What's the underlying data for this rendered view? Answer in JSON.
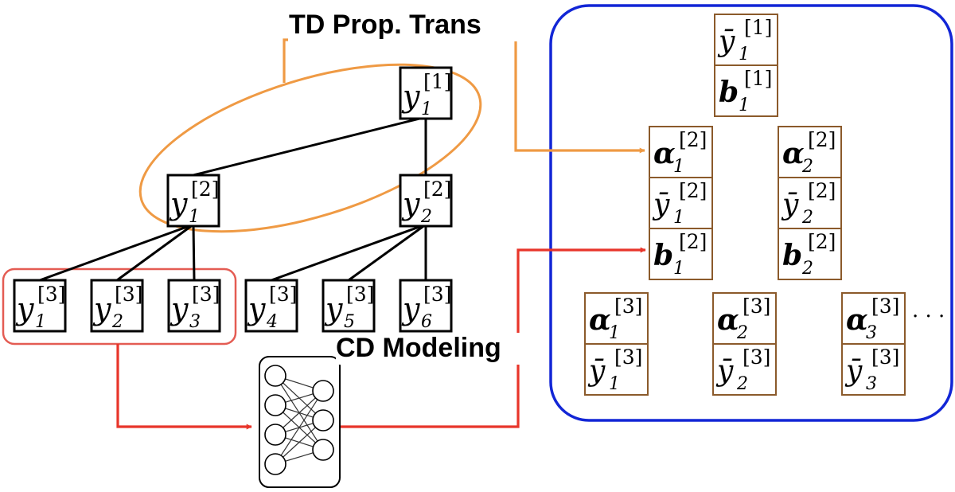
{
  "labels": {
    "td": "TD Prop. Trans",
    "cd": "CD Modeling",
    "ellipsis": "· · ·"
  },
  "colors": {
    "hierarchy": "#000000",
    "td_link": "#ef9a44",
    "cd_link": "#e8352a",
    "state_frame": "#1226d6",
    "state_cell": "#8b5a2b",
    "network": "#000000"
  },
  "tree": {
    "nodes": [
      {
        "id": "n1_1",
        "sym": "y",
        "sub": "1",
        "sup": "[1]"
      },
      {
        "id": "n2_1",
        "sym": "y",
        "sub": "1",
        "sup": "[2]"
      },
      {
        "id": "n2_2",
        "sym": "y",
        "sub": "2",
        "sup": "[2]"
      },
      {
        "id": "n3_1",
        "sym": "y",
        "sub": "1",
        "sup": "[3]"
      },
      {
        "id": "n3_2",
        "sym": "y",
        "sub": "2",
        "sup": "[3]"
      },
      {
        "id": "n3_3",
        "sym": "y",
        "sub": "3",
        "sup": "[3]"
      },
      {
        "id": "n3_4",
        "sym": "y",
        "sub": "4",
        "sup": "[3]"
      },
      {
        "id": "n3_5",
        "sym": "y",
        "sub": "5",
        "sup": "[3]"
      },
      {
        "id": "n3_6",
        "sym": "y",
        "sub": "6",
        "sup": "[3]"
      }
    ],
    "edges": [
      [
        "n1_1",
        "n2_1"
      ],
      [
        "n1_1",
        "n2_2"
      ],
      [
        "n2_1",
        "n3_1"
      ],
      [
        "n2_1",
        "n3_2"
      ],
      [
        "n2_1",
        "n3_3"
      ],
      [
        "n2_2",
        "n3_4"
      ],
      [
        "n2_2",
        "n3_5"
      ],
      [
        "n2_2",
        "n3_6"
      ]
    ]
  },
  "state_stacks": [
    {
      "id": "s1_1",
      "cells": [
        {
          "sym": "ȳ",
          "bold": false,
          "sub": "1",
          "sup": "[1]"
        },
        {
          "sym": "b",
          "bold": true,
          "sub": "1",
          "sup": "[1]"
        }
      ]
    },
    {
      "id": "s2_1",
      "cells": [
        {
          "sym": "α",
          "bold": true,
          "sub": "1",
          "sup": "[2]"
        },
        {
          "sym": "ȳ",
          "bold": false,
          "sub": "1",
          "sup": "[2]"
        },
        {
          "sym": "b",
          "bold": true,
          "sub": "1",
          "sup": "[2]"
        }
      ]
    },
    {
      "id": "s2_2",
      "cells": [
        {
          "sym": "α",
          "bold": true,
          "sub": "2",
          "sup": "[2]"
        },
        {
          "sym": "ȳ",
          "bold": false,
          "sub": "2",
          "sup": "[2]"
        },
        {
          "sym": "b",
          "bold": true,
          "sub": "2",
          "sup": "[2]"
        }
      ]
    },
    {
      "id": "s3_1",
      "cells": [
        {
          "sym": "α",
          "bold": true,
          "sub": "1",
          "sup": "[3]"
        },
        {
          "sym": "ȳ",
          "bold": false,
          "sub": "1",
          "sup": "[3]"
        }
      ]
    },
    {
      "id": "s3_2",
      "cells": [
        {
          "sym": "α",
          "bold": true,
          "sub": "2",
          "sup": "[3]"
        },
        {
          "sym": "ȳ",
          "bold": false,
          "sub": "2",
          "sup": "[3]"
        }
      ]
    },
    {
      "id": "s3_3",
      "cells": [
        {
          "sym": "α",
          "bold": true,
          "sub": "3",
          "sup": "[3]"
        },
        {
          "sym": "ȳ",
          "bold": false,
          "sub": "3",
          "sup": "[3]"
        }
      ]
    }
  ]
}
